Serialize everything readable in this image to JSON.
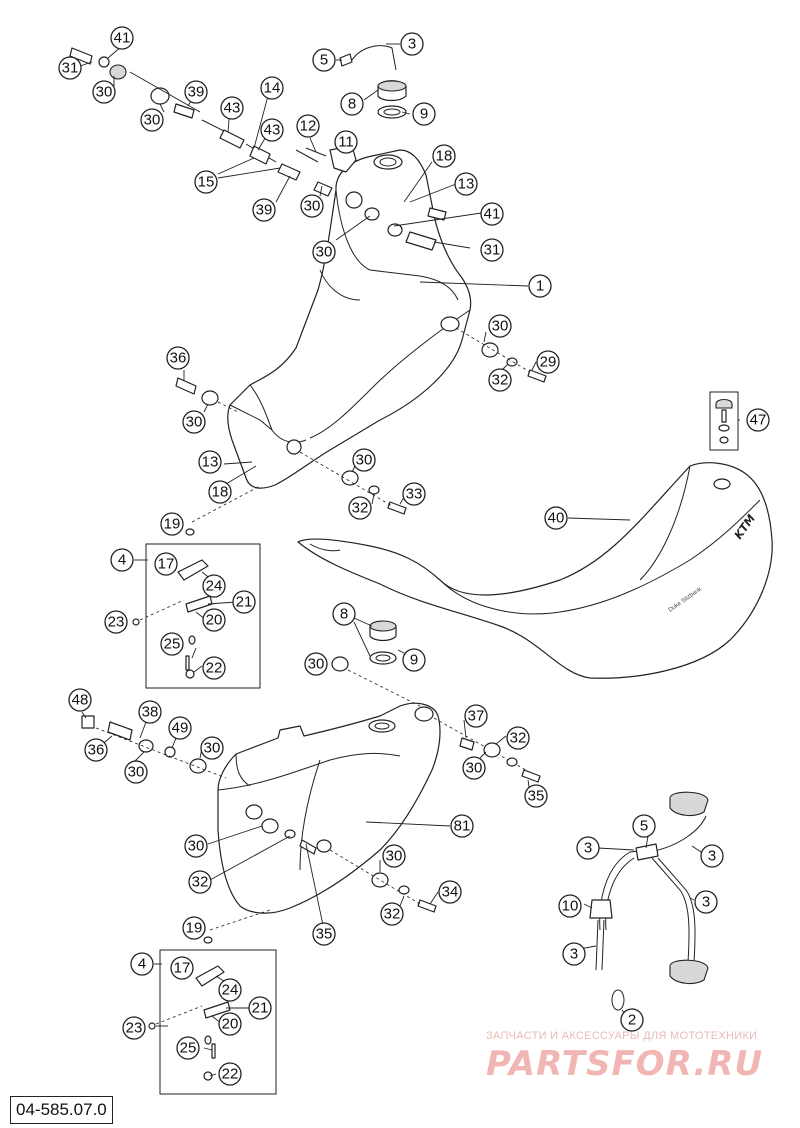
{
  "diagram": {
    "doc_code": "04-585.07.0",
    "watermark": {
      "line1": "ЗАПЧАСТИ И АКСЕССУАРЫ ДЛЯ МОТОТЕХНИКИ",
      "logo": "PARTSFOR.RU"
    },
    "seat_logo": "KTM",
    "seat_small_text": "Duke Sitzbank",
    "callouts": [
      {
        "id": "c1",
        "label": "31"
      },
      {
        "id": "c2",
        "label": "41"
      },
      {
        "id": "c3",
        "label": "30"
      },
      {
        "id": "c4",
        "label": "30"
      },
      {
        "id": "c5",
        "label": "39"
      },
      {
        "id": "c6",
        "label": "43"
      },
      {
        "id": "c7",
        "label": "14"
      },
      {
        "id": "c8",
        "label": "43"
      },
      {
        "id": "c9",
        "label": "15"
      },
      {
        "id": "c10",
        "label": "39"
      },
      {
        "id": "c11",
        "label": "12"
      },
      {
        "id": "c12",
        "label": "11"
      },
      {
        "id": "c13",
        "label": "30"
      },
      {
        "id": "c14",
        "label": "5"
      },
      {
        "id": "c15",
        "label": "3"
      },
      {
        "id": "c16",
        "label": "8"
      },
      {
        "id": "c17",
        "label": "9"
      },
      {
        "id": "c18",
        "label": "18"
      },
      {
        "id": "c19",
        "label": "13"
      },
      {
        "id": "c20",
        "label": "41"
      },
      {
        "id": "c21",
        "label": "31"
      },
      {
        "id": "c22",
        "label": "30"
      },
      {
        "id": "c23",
        "label": "1"
      },
      {
        "id": "c24",
        "label": "30"
      },
      {
        "id": "c25",
        "label": "29"
      },
      {
        "id": "c26",
        "label": "32"
      },
      {
        "id": "c27",
        "label": "36"
      },
      {
        "id": "c28",
        "label": "30"
      },
      {
        "id": "c29",
        "label": "47"
      },
      {
        "id": "c30",
        "label": "13"
      },
      {
        "id": "c31",
        "label": "18"
      },
      {
        "id": "c32",
        "label": "30"
      },
      {
        "id": "c33",
        "label": "33"
      },
      {
        "id": "c34",
        "label": "32"
      },
      {
        "id": "c35",
        "label": "40"
      },
      {
        "id": "c36",
        "label": "19"
      },
      {
        "id": "c37",
        "label": "4"
      },
      {
        "id": "c38",
        "label": "17"
      },
      {
        "id": "c39",
        "label": "24"
      },
      {
        "id": "c40",
        "label": "21"
      },
      {
        "id": "c41",
        "label": "23"
      },
      {
        "id": "c42",
        "label": "20"
      },
      {
        "id": "c43",
        "label": "25"
      },
      {
        "id": "c44",
        "label": "22"
      },
      {
        "id": "c45",
        "label": "8"
      },
      {
        "id": "c46",
        "label": "9"
      },
      {
        "id": "c47",
        "label": "30"
      },
      {
        "id": "c48",
        "label": "48"
      },
      {
        "id": "c49",
        "label": "38"
      },
      {
        "id": "c50",
        "label": "49"
      },
      {
        "id": "c51",
        "label": "36"
      },
      {
        "id": "c52",
        "label": "30"
      },
      {
        "id": "c53",
        "label": "30"
      },
      {
        "id": "c54",
        "label": "37"
      },
      {
        "id": "c55",
        "label": "32"
      },
      {
        "id": "c56",
        "label": "30"
      },
      {
        "id": "c57",
        "label": "35"
      },
      {
        "id": "c58",
        "label": "81"
      },
      {
        "id": "c59",
        "label": "30"
      },
      {
        "id": "c60",
        "label": "32"
      },
      {
        "id": "c61",
        "label": "30"
      },
      {
        "id": "c62",
        "label": "34"
      },
      {
        "id": "c63",
        "label": "32"
      },
      {
        "id": "c64",
        "label": "35"
      },
      {
        "id": "c65",
        "label": "3"
      },
      {
        "id": "c66",
        "label": "5"
      },
      {
        "id": "c67",
        "label": "3"
      },
      {
        "id": "c68",
        "label": "10"
      },
      {
        "id": "c69",
        "label": "3"
      },
      {
        "id": "c70",
        "label": "3"
      },
      {
        "id": "c71",
        "label": "2"
      },
      {
        "id": "c72",
        "label": "19"
      },
      {
        "id": "c73",
        "label": "4"
      },
      {
        "id": "c74",
        "label": "17"
      },
      {
        "id": "c75",
        "label": "24"
      },
      {
        "id": "c76",
        "label": "21"
      },
      {
        "id": "c77",
        "label": "23"
      },
      {
        "id": "c78",
        "label": "20"
      },
      {
        "id": "c79",
        "label": "25"
      },
      {
        "id": "c80",
        "label": "22"
      }
    ]
  }
}
